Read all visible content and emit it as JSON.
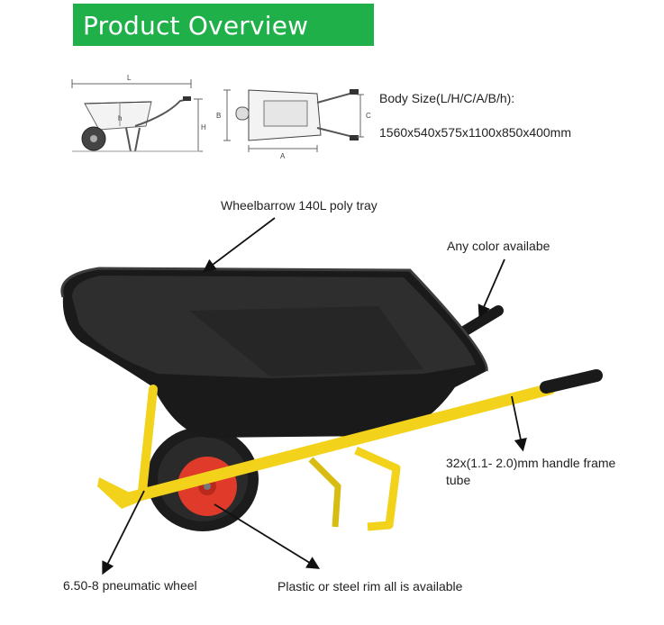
{
  "header": {
    "title": "Product Overview"
  },
  "spec": {
    "label": "Body Size(L/H/C/A/B/h):",
    "value": "1560x540x575x1100x850x400mm"
  },
  "diagram": {
    "side_labels": {
      "L": "L",
      "H": "H",
      "h": "h"
    },
    "top_labels": {
      "A": "A",
      "B": "B",
      "C": "C"
    }
  },
  "callouts": {
    "tray": "Wheelbarrow 140L poly tray",
    "color": "Any color availabe",
    "frame_line1": "32x(1.1- 2.0)mm handle frame",
    "frame_line2": "tube",
    "wheel": "6.50-8 pneumatic wheel",
    "rim": "Plastic or steel rim all is available"
  },
  "colors": {
    "banner": "#1fb04a",
    "tray": "#1a1a1a",
    "frame": "#f2d21b",
    "tire": "#1c1c1c",
    "rim": "#e03a2a"
  }
}
